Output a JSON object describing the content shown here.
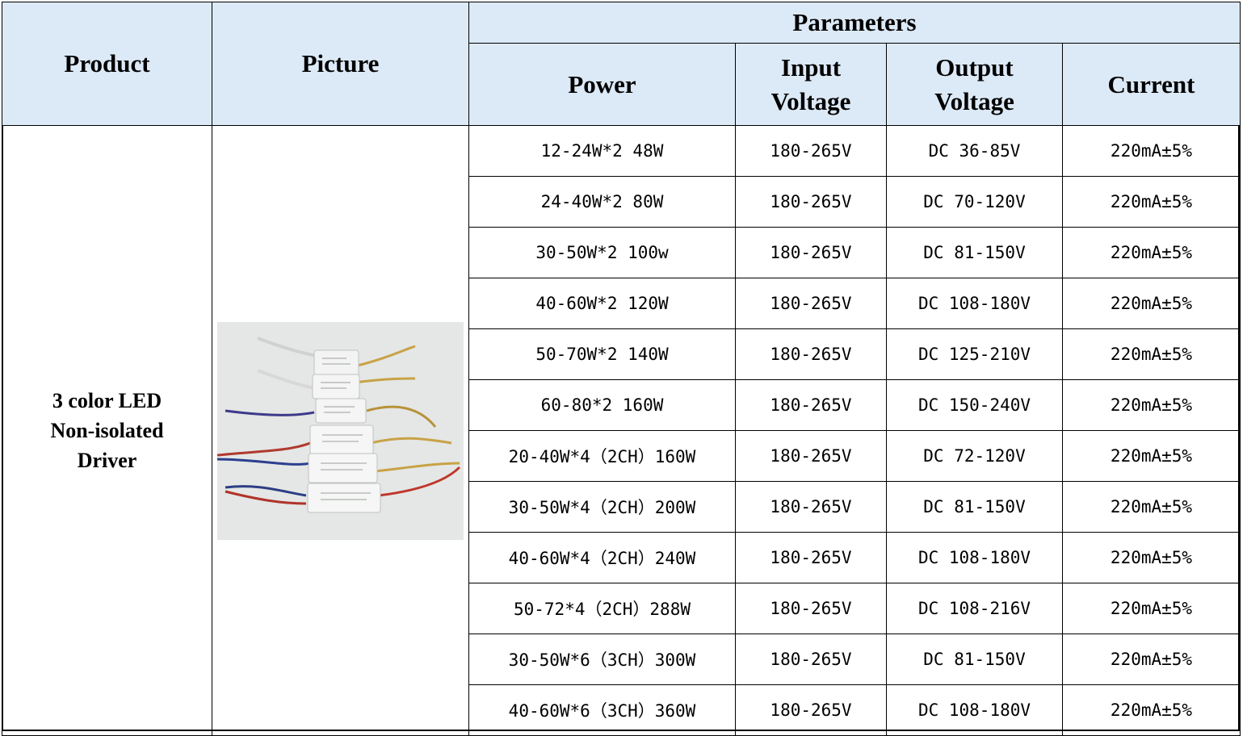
{
  "header": {
    "product": "Product",
    "picture": "Picture",
    "parameters": "Parameters",
    "power": "Power",
    "input_voltage_line1": "Input",
    "input_voltage_line2": "Voltage",
    "output_voltage_line1": "Output",
    "output_voltage_line2": "Voltage",
    "current": "Current"
  },
  "product": {
    "line1": "3 color LED",
    "line2": "Non-isolated",
    "line3": "Driver"
  },
  "picture_icon": "led-driver-photo-icon",
  "rows": [
    {
      "power": "12-24W*2 48W",
      "input": "180-265V",
      "output": "DC 36-85V",
      "current": "220mA±5%"
    },
    {
      "power": "24-40W*2 80W",
      "input": "180-265V",
      "output": "DC 70-120V",
      "current": "220mA±5%"
    },
    {
      "power": "30-50W*2 100w",
      "input": "180-265V",
      "output": "DC 81-150V",
      "current": "220mA±5%"
    },
    {
      "power": "40-60W*2 120W",
      "input": "180-265V",
      "output": "DC 108-180V",
      "current": "220mA±5%"
    },
    {
      "power": "50-70W*2 140W",
      "input": "180-265V",
      "output": "DC 125-210V",
      "current": "220mA±5%"
    },
    {
      "power": "60-80*2 160W",
      "input": "180-265V",
      "output": "DC 150-240V",
      "current": "220mA±5%"
    },
    {
      "power": "20-40W*4（2CH）160W",
      "input": "180-265V",
      "output": "DC 72-120V",
      "current": "220mA±5%"
    },
    {
      "power": "30-50W*4（2CH）200W",
      "input": "180-265V",
      "output": "DC 81-150V",
      "current": "220mA±5%"
    },
    {
      "power": "40-60W*4（2CH）240W",
      "input": "180-265V",
      "output": "DC 108-180V",
      "current": "220mA±5%"
    },
    {
      "power": "50-72*4（2CH）288W",
      "input": "180-265V",
      "output": "DC 108-216V",
      "current": "220mA±5%"
    },
    {
      "power": "30-50W*6（3CH）300W",
      "input": "180-265V",
      "output": "DC 81-150V",
      "current": "220mA±5%"
    },
    {
      "power": "40-60W*6（3CH）360W",
      "input": "180-265V",
      "output": "DC 108-180V",
      "current": "220mA±5%"
    }
  ],
  "colors": {
    "header_bg": "#dce9f6",
    "border": "#000000",
    "text": "#000000"
  }
}
